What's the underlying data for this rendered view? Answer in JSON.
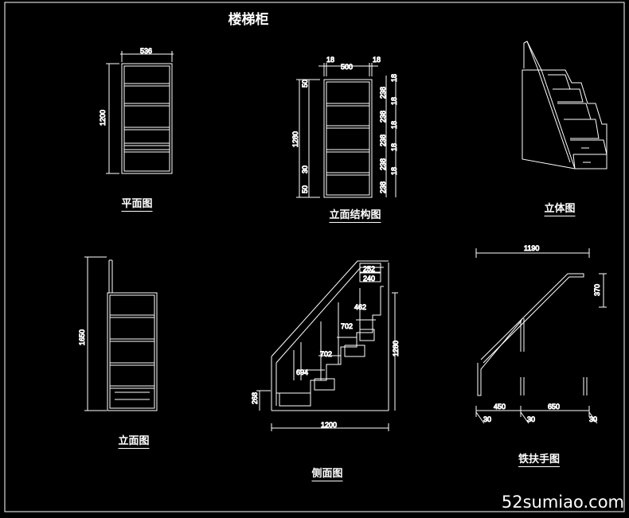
{
  "title": "楼梯柜",
  "views": {
    "plan": {
      "label": "平面图",
      "width": "536",
      "height": "1200"
    },
    "front_structure": {
      "label": "立面结构图",
      "panel": "18",
      "inner": "500",
      "top": "50",
      "bottom": "50",
      "mid": "30",
      "height": "1280",
      "shelf": "238",
      "board": "18"
    },
    "isometric": {
      "label": "立体图"
    },
    "elevation": {
      "label": "立面图",
      "height": "1650"
    },
    "side": {
      "label": "侧面图",
      "d1": "252",
      "d2": "240",
      "d3": "462",
      "d4": "702",
      "d5": "702",
      "d6": "694",
      "base": "268",
      "height": "1280",
      "width": "1200"
    },
    "handrail": {
      "label": "铁扶手图",
      "width": "1190",
      "rise": "370",
      "a": "450",
      "b": "650",
      "c": "30"
    }
  },
  "watermark": "52sumiao.com"
}
